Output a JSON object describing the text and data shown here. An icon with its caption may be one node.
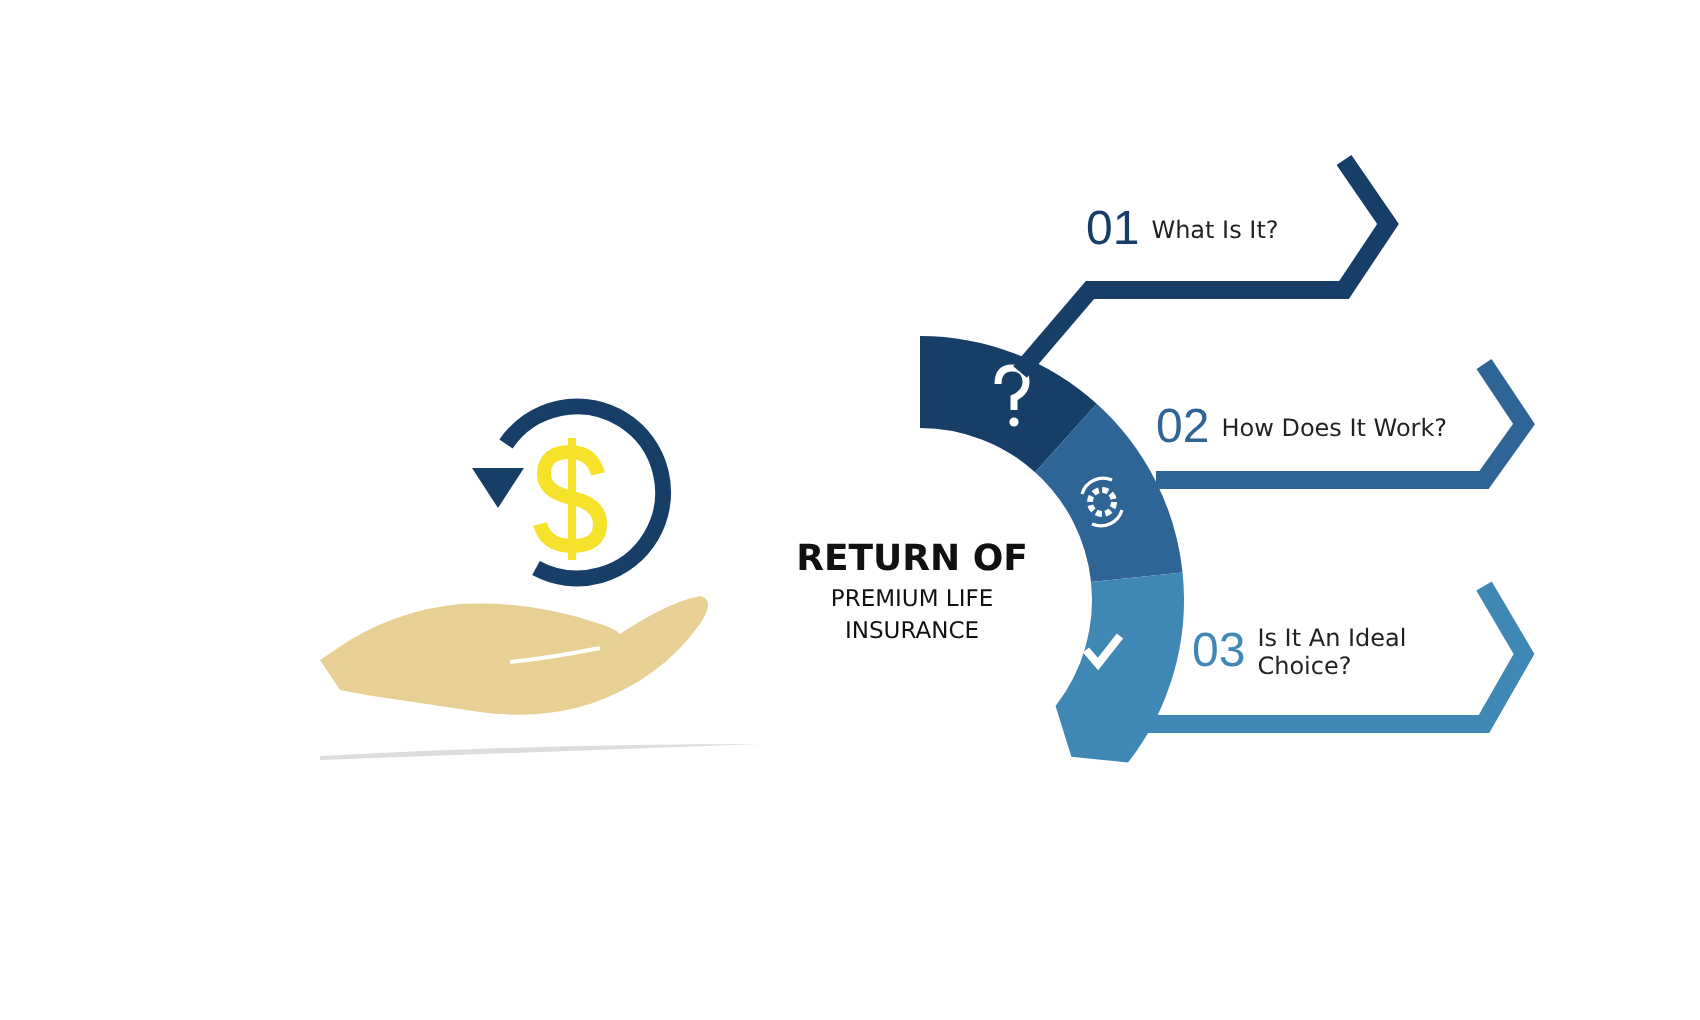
{
  "diagram": {
    "title": "**RETURN OF** PREMIUM LIFE INSURANCE",
    "nodes": [
      {
        "text": [
          "01",
          "What Is It?"
        ]
      },
      {
        "text": [
          "02",
          "How Does It Work?"
        ]
      },
      {
        "text": [
          "03",
          "Is It An Ideal Choice?"
        ]
      }
    ],
    "edges": []
  }
}
